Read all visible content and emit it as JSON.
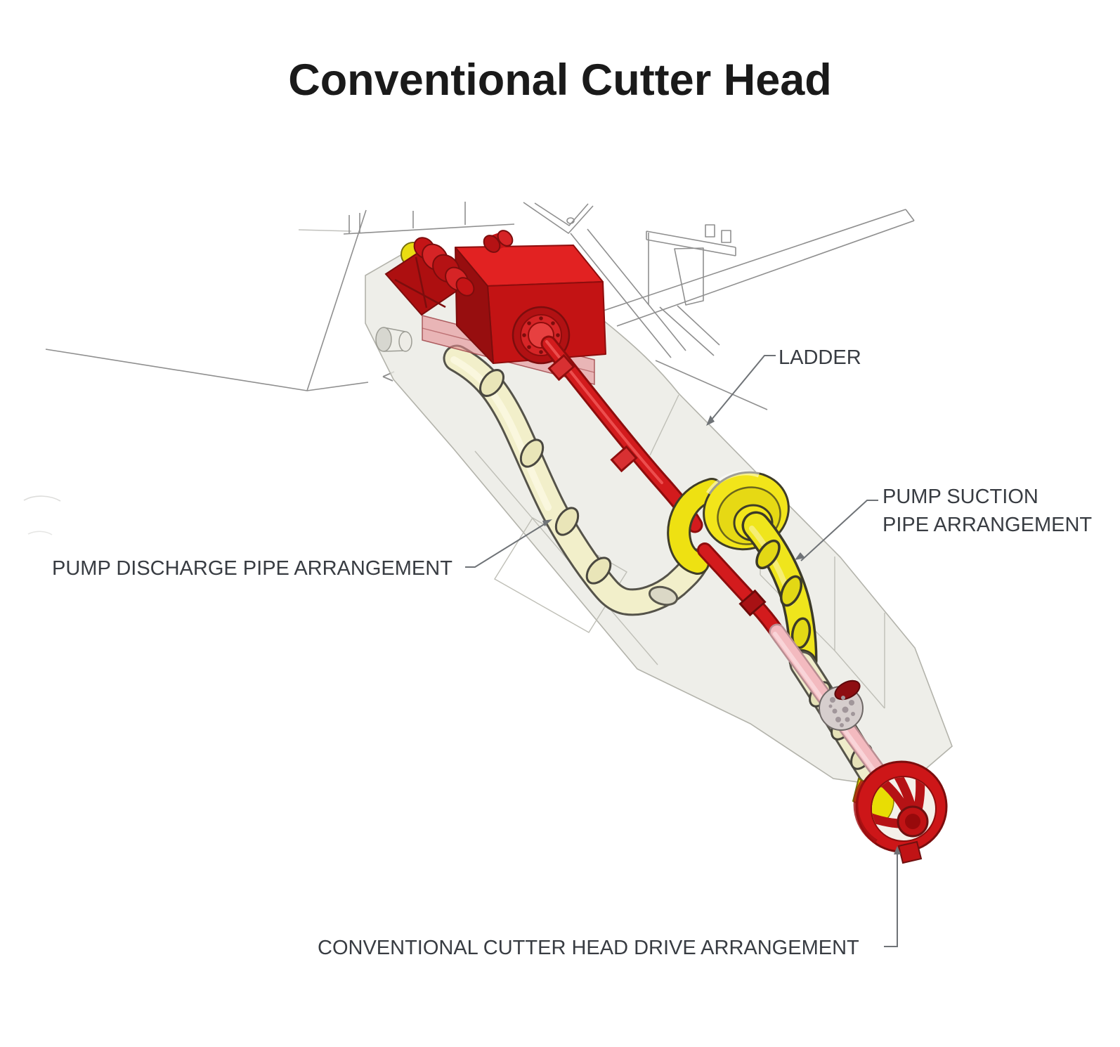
{
  "title": "Conventional Cutter Head",
  "labels": {
    "ladder": "LADDER",
    "pump_suction_line1": "PUMP SUCTION",
    "pump_suction_line2": "PIPE ARRANGEMENT",
    "pump_discharge": "PUMP DISCHARGE PIPE ARRANGEMENT",
    "cutter_drive": "CONVENTIONAL CUTTER HEAD DRIVE ARRANGEMENT"
  },
  "palette": {
    "background": "#ffffff",
    "title_text": "#1a1a1a",
    "label_text": "#383c42",
    "leader_gray": "#6f7377",
    "wireframe_gray": "#8f8f8f",
    "part_red": "#c31314",
    "part_red_light": "#e22222",
    "part_red_dark": "#8e0d0d",
    "part_yellow": "#f2e51a",
    "part_cream": "#f2efca",
    "part_pink": "#f3babf",
    "ladder_gray": "#e9e9e3"
  }
}
